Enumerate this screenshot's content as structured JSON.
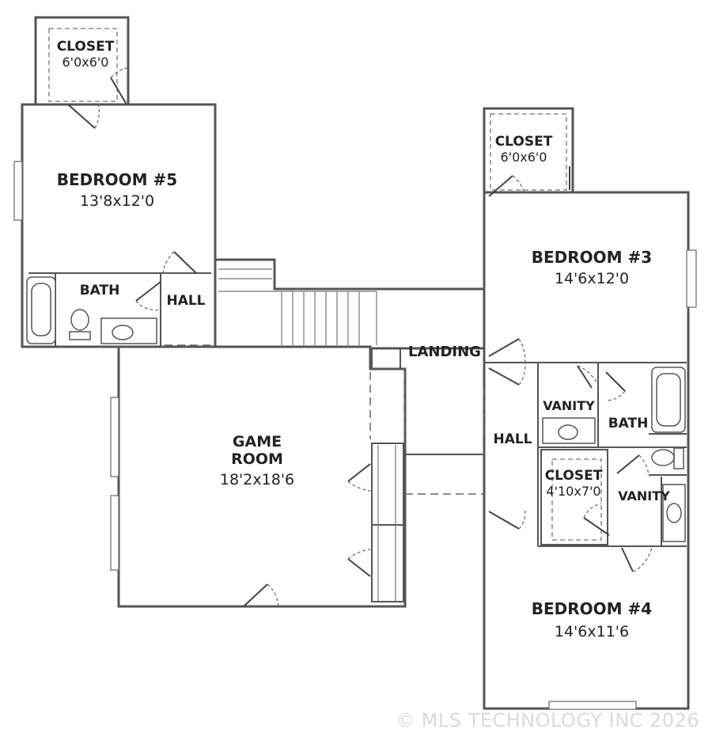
{
  "rooms": {
    "closet_upper_left": {
      "name": "CLOSET",
      "dim": "6'0x6'0"
    },
    "bedroom5": {
      "name": "BEDROOM #5",
      "dim": "13'8x12'0"
    },
    "bath_left": {
      "name": "BATH"
    },
    "hall_left": {
      "name": "HALL"
    },
    "closet_upper_right": {
      "name": "CLOSET",
      "dim": "6'0x6'0"
    },
    "bedroom3": {
      "name": "BEDROOM #3",
      "dim": "14'6x12'0"
    },
    "landing": {
      "name": "LANDING"
    },
    "game_room": {
      "name_line1": "GAME",
      "name_line2": "ROOM",
      "dim": "18'2x18'6"
    },
    "vanity_upper": {
      "name": "VANITY"
    },
    "bath_right": {
      "name": "BATH"
    },
    "hall_right": {
      "name": "HALL"
    },
    "closet_middle_right": {
      "name": "CLOSET",
      "dim": "4'10x7'0"
    },
    "vanity_lower": {
      "name": "VANITY"
    },
    "bedroom4": {
      "name": "BEDROOM #4",
      "dim": "14'6x11'6"
    }
  },
  "watermark": "© MLS TECHNOLOGY INC 2026"
}
